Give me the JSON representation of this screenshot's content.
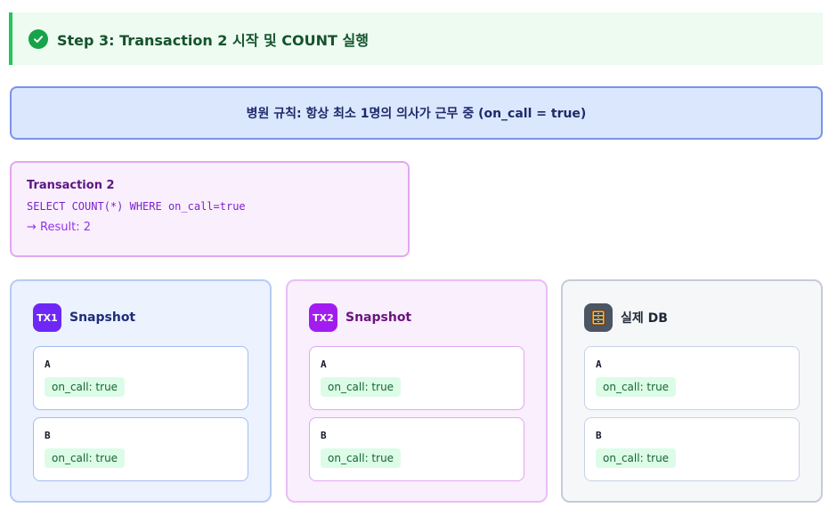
{
  "step": {
    "title": "Step 3: Transaction 2 시작 및 COUNT 실행"
  },
  "rule": {
    "text": "병원 규칙: 항상 최소 1명의 의사가 근무 중 (on_call = true)"
  },
  "transaction_card": {
    "title": "Transaction 2",
    "sql": "SELECT COUNT(*) WHERE on_call=true",
    "result": "→ Result: 2"
  },
  "panels": [
    {
      "badge": "TX1",
      "title": "Snapshot",
      "rows": [
        {
          "name": "A",
          "value": "on_call: true"
        },
        {
          "name": "B",
          "value": "on_call: true"
        }
      ]
    },
    {
      "badge": "TX2",
      "title": "Snapshot",
      "rows": [
        {
          "name": "A",
          "value": "on_call: true"
        },
        {
          "name": "B",
          "value": "on_call: true"
        }
      ]
    },
    {
      "icon": "database-icon",
      "title": "실제 DB",
      "rows": [
        {
          "name": "A",
          "value": "on_call: true"
        },
        {
          "name": "B",
          "value": "on_call: true"
        }
      ]
    }
  ],
  "colors": {
    "success": "#16a34a",
    "rule_border": "#7b93e6",
    "tx1_accent": "#6d28f6",
    "tx2_accent": "#a21cf0",
    "db_accent": "#4b5563",
    "value_bg": "#dcfce7"
  }
}
